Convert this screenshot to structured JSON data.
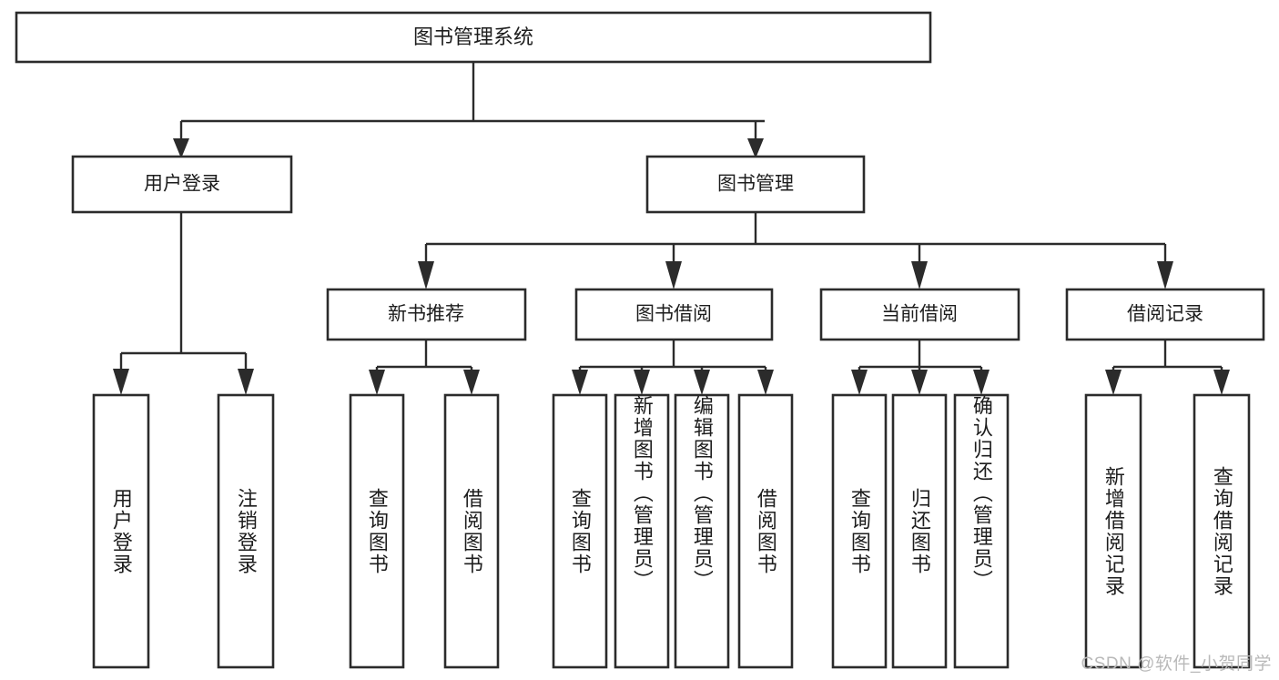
{
  "diagram": {
    "title": "图书管理系统",
    "type": "tree",
    "orientation": "top-down",
    "colors": {
      "box_stroke": "#2b2b2b",
      "box_fill": "#ffffff",
      "connector": "#2b2b2b",
      "text": "#1d1d1d",
      "watermark": "#b9b9b9",
      "background": "#ffffff"
    },
    "root": {
      "id": "root",
      "label": "图书管理系统"
    },
    "level2": [
      {
        "id": "user-login",
        "label": "用户登录"
      },
      {
        "id": "book-management",
        "label": "图书管理"
      }
    ],
    "level3": [
      {
        "id": "new-book-recommend",
        "label": "新书推荐",
        "parent": "book-management"
      },
      {
        "id": "book-borrow",
        "label": "图书借阅",
        "parent": "book-management"
      },
      {
        "id": "current-borrow",
        "label": "当前借阅",
        "parent": "book-management"
      },
      {
        "id": "borrow-record",
        "label": "借阅记录",
        "parent": "book-management"
      }
    ],
    "leaves": {
      "user-login": [
        {
          "id": "leaf-user-login",
          "label": "用户登录"
        },
        {
          "id": "leaf-user-logout",
          "label": "注销登录"
        }
      ],
      "new-book-recommend": [
        {
          "id": "leaf-query-book-1",
          "label": "查询图书"
        },
        {
          "id": "leaf-borrow-book-1",
          "label": "借阅图书"
        }
      ],
      "book-borrow": [
        {
          "id": "leaf-query-book-2",
          "label": "查询图书"
        },
        {
          "id": "leaf-add-book",
          "label": "新增图书（管理员）"
        },
        {
          "id": "leaf-edit-book",
          "label": "编辑图书（管理员）"
        },
        {
          "id": "leaf-borrow-book-2",
          "label": "借阅图书"
        }
      ],
      "current-borrow": [
        {
          "id": "leaf-query-book-3",
          "label": "查询图书"
        },
        {
          "id": "leaf-return-book",
          "label": "归还图书"
        },
        {
          "id": "leaf-confirm-return",
          "label": "确认归还（管理员）"
        }
      ],
      "borrow-record": [
        {
          "id": "leaf-add-record",
          "label": "新增借阅记录"
        },
        {
          "id": "leaf-query-record",
          "label": "查询借阅记录"
        }
      ]
    }
  },
  "watermark": {
    "text": "CSDN @软件_小贺同学"
  }
}
